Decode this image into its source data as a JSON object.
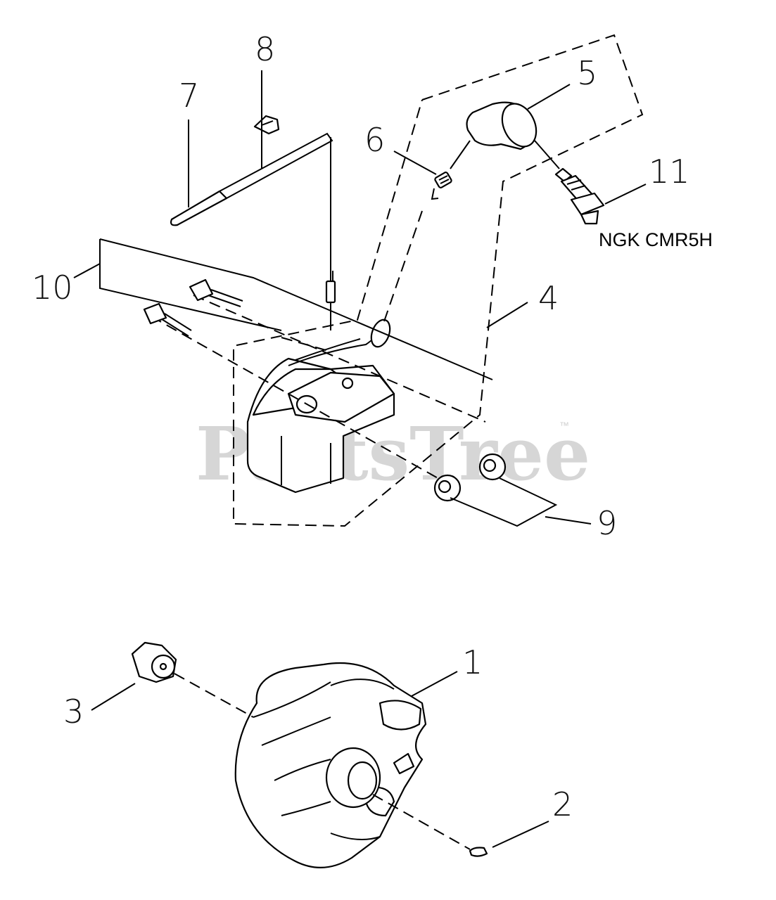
{
  "watermark": {
    "text": "PartsTree",
    "trademark": "™"
  },
  "spec_note": "NGK CMR5H",
  "callouts": {
    "c1": "1",
    "c2": "2",
    "c3": "3",
    "c4": "4",
    "c5": "5",
    "c6": "6",
    "c7": "7",
    "c8": "8",
    "c9": "9",
    "c10": "10",
    "c11": "11"
  },
  "parts": [
    "flywheel",
    "key",
    "nut",
    "ignition-coil",
    "spark-plug-cap",
    "spring",
    "stop-wire-terminal",
    "wire-clamp",
    "spacer",
    "bolt",
    "spark-plug"
  ],
  "colors": {
    "ink": "#000000",
    "watermark": "#d6d6d6",
    "background": "#ffffff"
  }
}
